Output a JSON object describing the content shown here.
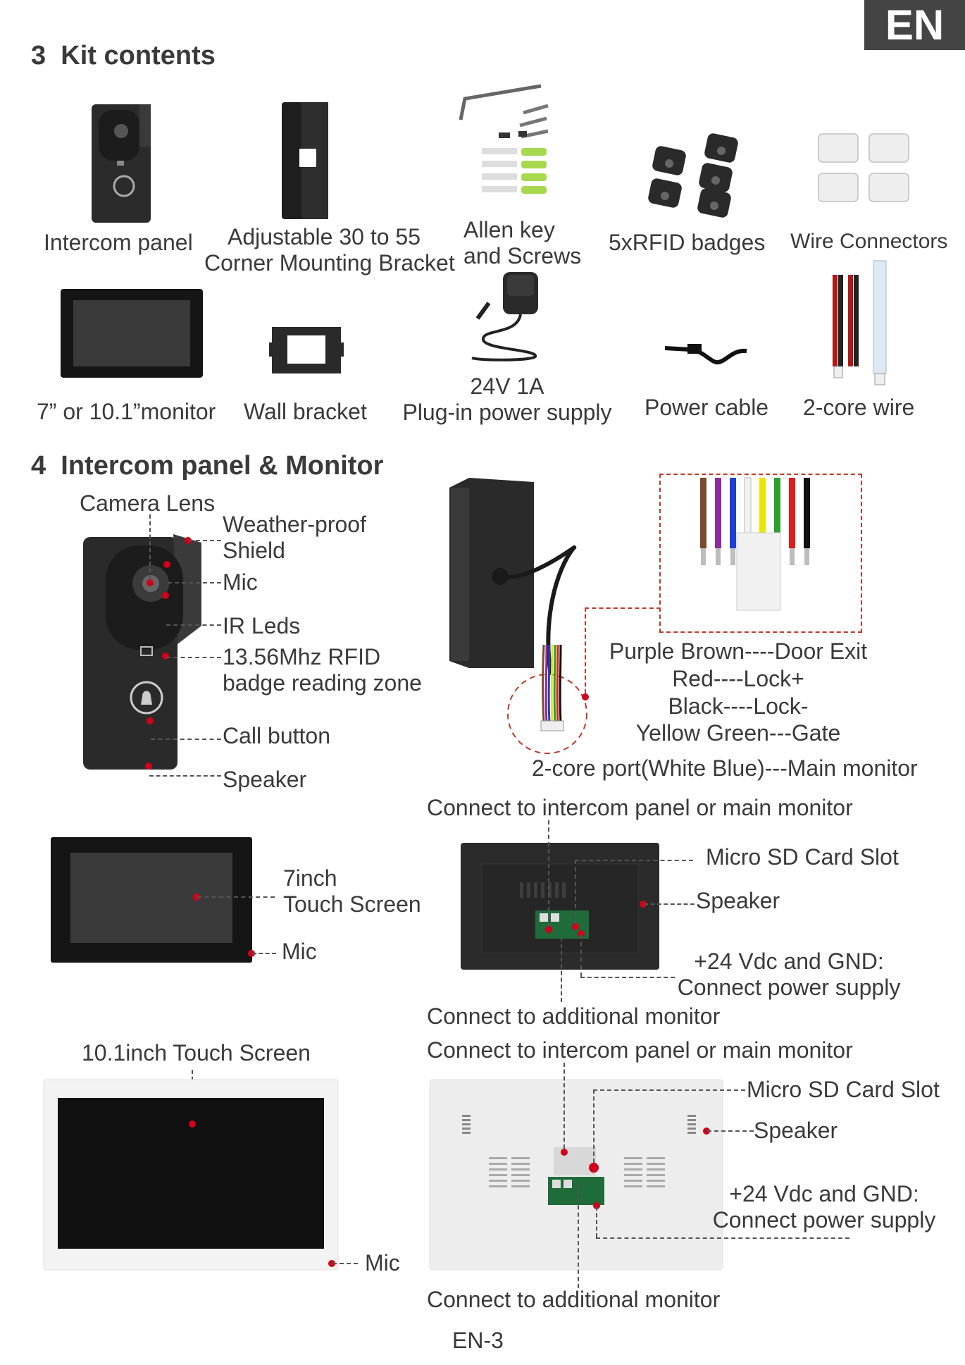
{
  "lang_badge": "EN",
  "sections": {
    "kit": {
      "number": "3",
      "title": "Kit contents"
    },
    "intercom": {
      "number": "4",
      "title": "Intercom panel & Monitor"
    }
  },
  "kit_items": {
    "intercom_panel": "Intercom panel",
    "bracket_line1": "Adjustable 30 to 55",
    "bracket_line2": "Corner Mounting Bracket",
    "allen_line1": "Allen key",
    "allen_line2": "and Screws",
    "rfid": "5xRFID badges",
    "wire_connectors": "Wire Connectors",
    "monitor": "7” or 10.1”monitor",
    "wall_bracket": "Wall bracket",
    "psu_line1": "24V 1A",
    "psu_line2": "Plug-in power supply",
    "power_cable": "Power cable",
    "two_core_wire": "2-core wire"
  },
  "panel_labels": {
    "camera_lens": "Camera Lens",
    "shield_line1": "Weather-proof",
    "shield_line2": "Shield",
    "mic": "Mic",
    "ir_leds": "IR Leds",
    "rfid_line1": "13.56Mhz RFID",
    "rfid_line2": "badge reading zone",
    "call_button": "Call button",
    "speaker": "Speaker"
  },
  "wiring": {
    "line1": "Purple Brown----Door Exit",
    "line2": "Red----Lock+",
    "line3": "Black----Lock-",
    "line4": "Yellow Green---Gate",
    "line5": "2-core port(White Blue)---Main monitor",
    "colors": [
      "#7a4a2e",
      "#8e2a9e",
      "#1f3fd0",
      "#f2f2f2",
      "#e9e600",
      "#2aa12a",
      "#e01b1b",
      "#111111"
    ]
  },
  "monitor7": {
    "screen_line1": "7inch",
    "screen_line2": "Touch Screen",
    "mic": "Mic",
    "connect_top": "Connect to intercom panel or main monitor",
    "sd_slot": "Micro SD Card Slot",
    "speaker": "Speaker",
    "power_line1": "+24 Vdc and GND:",
    "power_line2": "Connect power supply",
    "connect_bottom": "Connect to additional monitor"
  },
  "monitor10": {
    "screen_label": "10.1inch Touch Screen",
    "mic": "Mic",
    "connect_top": "Connect to intercom panel or main monitor",
    "sd_slot": "Micro SD Card Slot",
    "speaker": "Speaker",
    "power_line1": "+24 Vdc and GND:",
    "power_line2": "Connect power supply",
    "connect_bottom": "Connect to additional monitor"
  },
  "page_number": "EN-3"
}
